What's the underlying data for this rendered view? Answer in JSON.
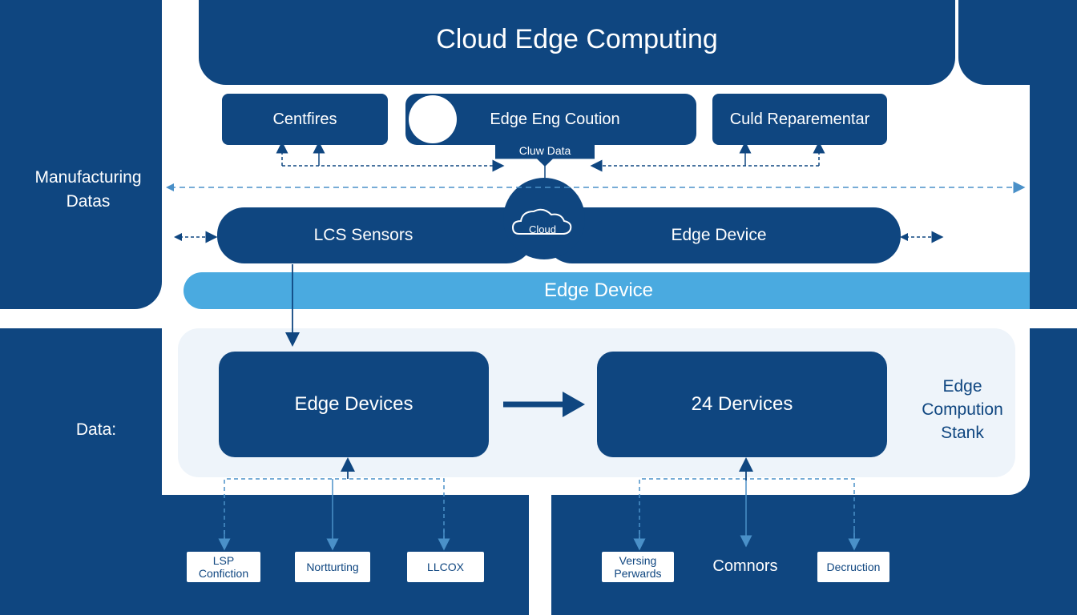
{
  "title": "Cloud Edge Computing",
  "top_boxes": {
    "left": "Centfires",
    "middle": "Edge Eng Coution",
    "right": "Culd Reparementar",
    "tag": "Cluw Data"
  },
  "left_label_top": "Manufacturing Datas",
  "left_label_bottom": "Data:",
  "band": {
    "left": "LCS Sensors",
    "cloud": "Cloud",
    "right": "Edge Device"
  },
  "light_bar": "Edge Device",
  "main_boxes": {
    "left": "Edge Devices",
    "right": "24 Dervices"
  },
  "right_label": "Edge Compution Stank",
  "bottom_left_items": [
    "LSP Confiction",
    "Nortturting",
    "LLCOX"
  ],
  "bottom_right_items": [
    "Versing Perwards",
    "Comnors",
    "Decruction"
  ],
  "colors": {
    "dark_blue": "#0f4680",
    "light_blue": "#4aaae0",
    "pale_blue": "#eef4fa",
    "dashed_line": "#4a90c8"
  }
}
